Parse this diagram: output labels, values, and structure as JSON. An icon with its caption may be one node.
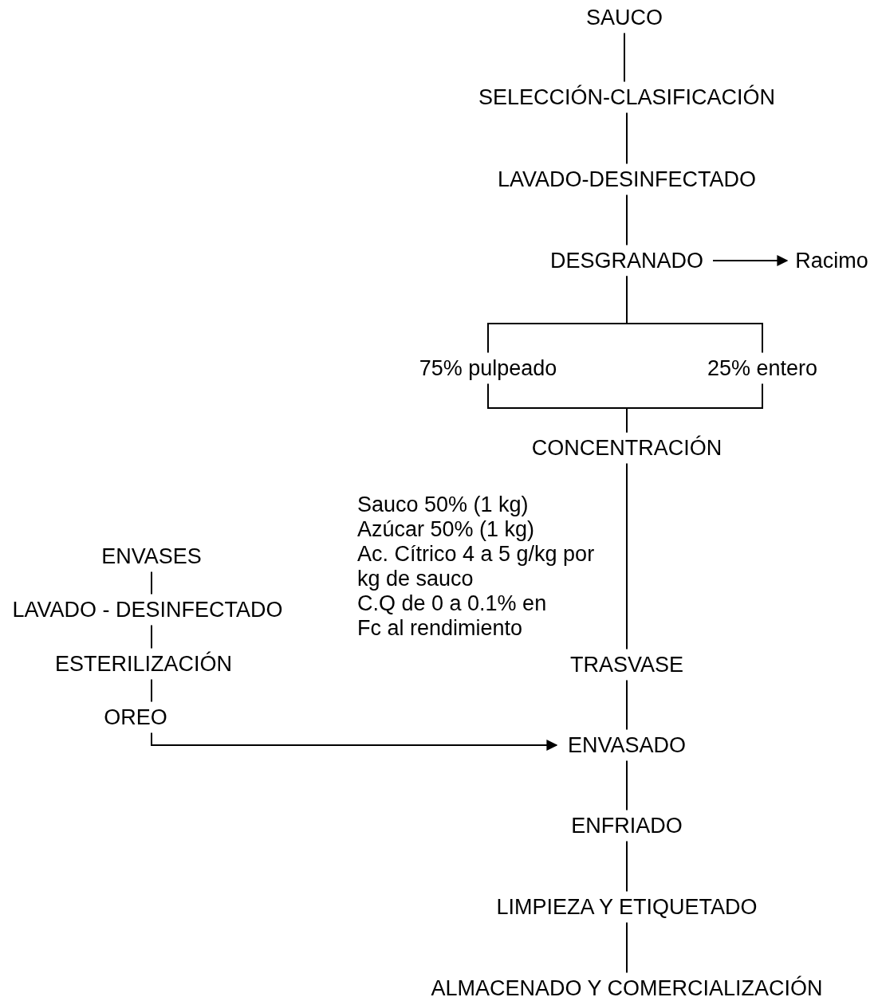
{
  "diagram": {
    "nodes": [
      {
        "text": [
          "SAUCO"
        ]
      },
      {
        "text": [
          "SELECCIÓN-CLASIFICACIÓN"
        ]
      },
      {
        "text": [
          "LAVADO-DESINFECTADO"
        ]
      },
      {
        "text": [
          "DESGRANADO"
        ]
      },
      {
        "text": [
          "Racimo"
        ]
      },
      {
        "text": [
          "75% pulpeado"
        ]
      },
      {
        "text": [
          "25% entero"
        ]
      },
      {
        "text": [
          "CONCENTRACIÓN"
        ]
      },
      {
        "text": [
          "TRASVASE"
        ]
      },
      {
        "text": [
          "ENVASADO"
        ]
      },
      {
        "text": [
          "ENFRIADO"
        ]
      },
      {
        "text": [
          "LIMPIEZA Y ETIQUETADO"
        ]
      },
      {
        "text": [
          "ALMACENADO Y COMERCIALIZACIÓN"
        ]
      },
      {
        "text": [
          "ENVASES"
        ]
      },
      {
        "text": [
          "LAVADO - DESINFECTADO"
        ]
      },
      {
        "text": [
          "ESTERILIZACIÓN"
        ]
      },
      {
        "text": [
          "OREO"
        ]
      }
    ],
    "edges": [
      {
        "from": 0,
        "to": 1,
        "arrow": "none"
      },
      {
        "from": 1,
        "to": 2,
        "arrow": "none"
      },
      {
        "from": 2,
        "to": 3,
        "arrow": "none"
      },
      {
        "from": 3,
        "to": 4,
        "arrow": "to"
      },
      {
        "from": 3,
        "to": 5,
        "arrow": "none"
      },
      {
        "from": 3,
        "to": 6,
        "arrow": "none"
      },
      {
        "from": 5,
        "to": 7,
        "arrow": "none"
      },
      {
        "from": 6,
        "to": 7,
        "arrow": "none"
      },
      {
        "from": 7,
        "to": 8,
        "arrow": "none"
      },
      {
        "from": 8,
        "to": 9,
        "arrow": "none"
      },
      {
        "from": 9,
        "to": 10,
        "arrow": "none"
      },
      {
        "from": 10,
        "to": 11,
        "arrow": "none"
      },
      {
        "from": 11,
        "to": 12,
        "arrow": "none"
      },
      {
        "from": 13,
        "to": 14,
        "arrow": "none"
      },
      {
        "from": 14,
        "to": 15,
        "arrow": "none"
      },
      {
        "from": 15,
        "to": 16,
        "arrow": "none"
      },
      {
        "from": 16,
        "to": 9,
        "arrow": "to"
      }
    ],
    "labels": [
      "Sauco 50% (1 kg)",
      "Azúcar 50% (1 kg)",
      "Ac. Cítrico 4 a 5 g/kg por kg de sauco",
      "C.Q de 0 a 0.1% en Fc al rendimiento"
    ]
  }
}
